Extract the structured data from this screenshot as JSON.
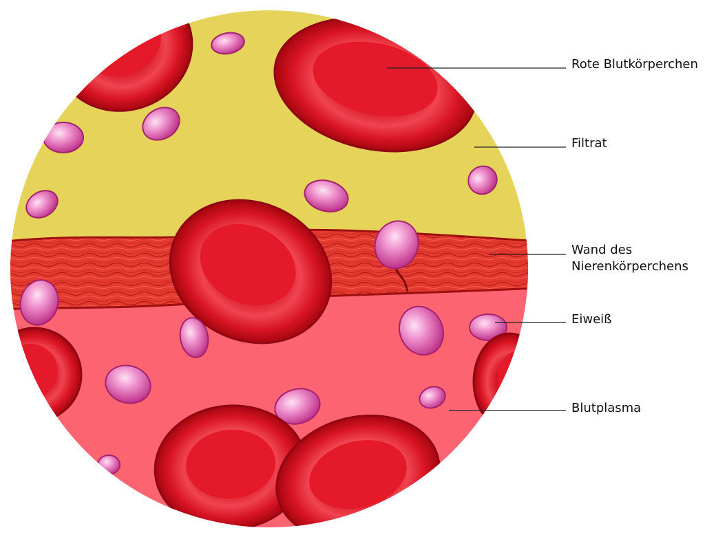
{
  "labels": {
    "red_blood_cells": "Rote Blutkörperchen",
    "filtrate": "Filtrat",
    "wall_line1": "Wand des",
    "wall_line2": "Nierenkörperchens",
    "protein": "Eiweiß",
    "blood_plasma": "Blutplasma"
  },
  "colors": {
    "filtrate": "#e6d35a",
    "plasma": "#fb6470",
    "wall": "#e33b32",
    "red_cell": "#e2192a",
    "protein": "#e873b8",
    "leader_line": "#222222"
  }
}
